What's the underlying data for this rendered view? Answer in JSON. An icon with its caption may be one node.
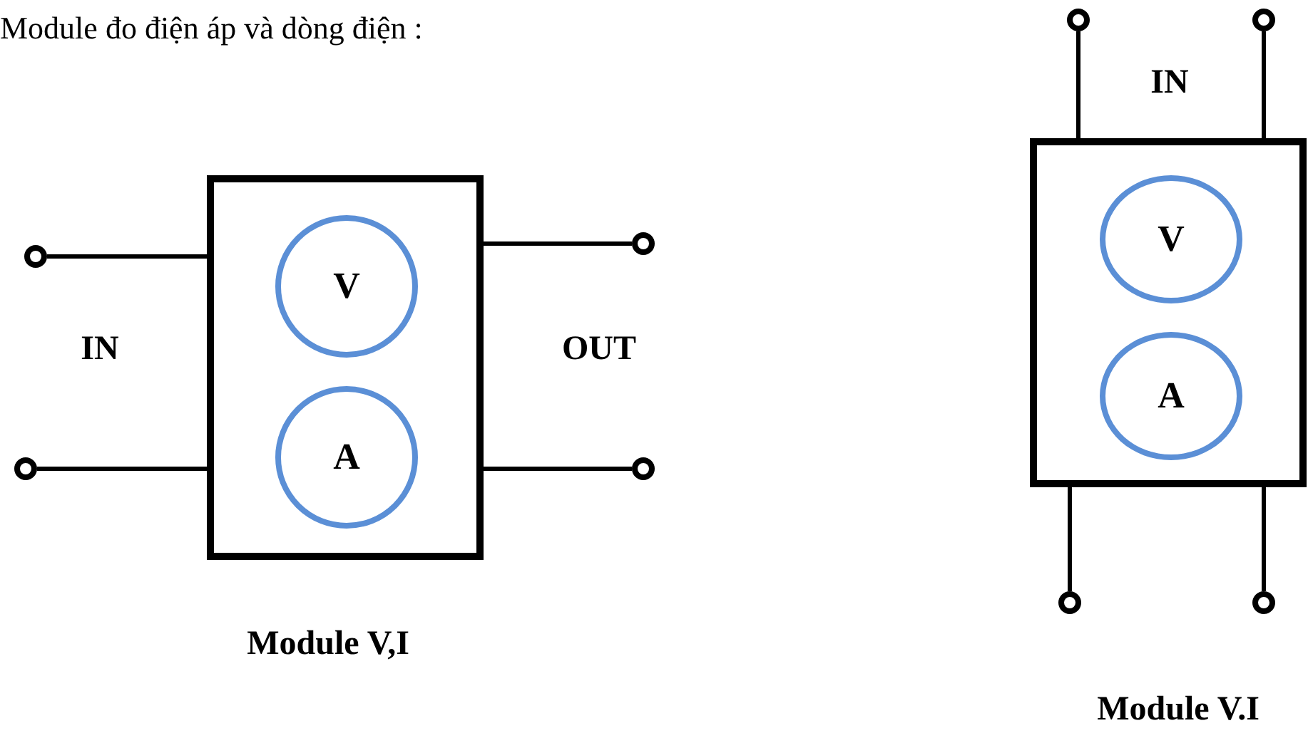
{
  "diagram": {
    "title": "Module đo điện áp và dòng điện :",
    "nodes": [
      {
        "text": [],
        "shape": "box",
        "beside": [
          "Module V,I"
        ]
      },
      {
        "text": [
          "V"
        ],
        "in": 0
      },
      {
        "text": [
          "A"
        ],
        "in": 0
      },
      {
        "text": [],
        "shape": "circle"
      },
      {
        "text": [],
        "shape": "circle"
      },
      {
        "text": [],
        "shape": "circle"
      },
      {
        "text": [],
        "shape": "circle"
      },
      {
        "text": [],
        "shape": "box"
      },
      {
        "text": [
          "V"
        ],
        "in": 7
      },
      {
        "text": [
          "A"
        ],
        "in": 7
      },
      {
        "text": [],
        "shape": "circle"
      },
      {
        "text": [],
        "shape": "circle"
      },
      {
        "text": [],
        "shape": "circle"
      },
      {
        "text": [],
        "shape": "circle"
      }
    ],
    "edges": [
      {
        "from": 3,
        "to": 0,
        "arrow": "none"
      },
      {
        "from": 4,
        "to": 0,
        "arrow": "none"
      },
      {
        "from": 0,
        "to": 5,
        "arrow": "none"
      },
      {
        "from": 0,
        "to": 6,
        "arrow": "none"
      },
      {
        "from": 10,
        "to": 7,
        "arrow": "none"
      },
      {
        "from": 11,
        "to": 7,
        "arrow": "none"
      },
      {
        "from": 7,
        "to": 12,
        "arrow": "none"
      },
      {
        "from": 7,
        "to": 13,
        "arrow": "none"
      }
    ],
    "labels": [
      "IN",
      "OUT",
      "IN",
      "Module V.I"
    ]
  }
}
